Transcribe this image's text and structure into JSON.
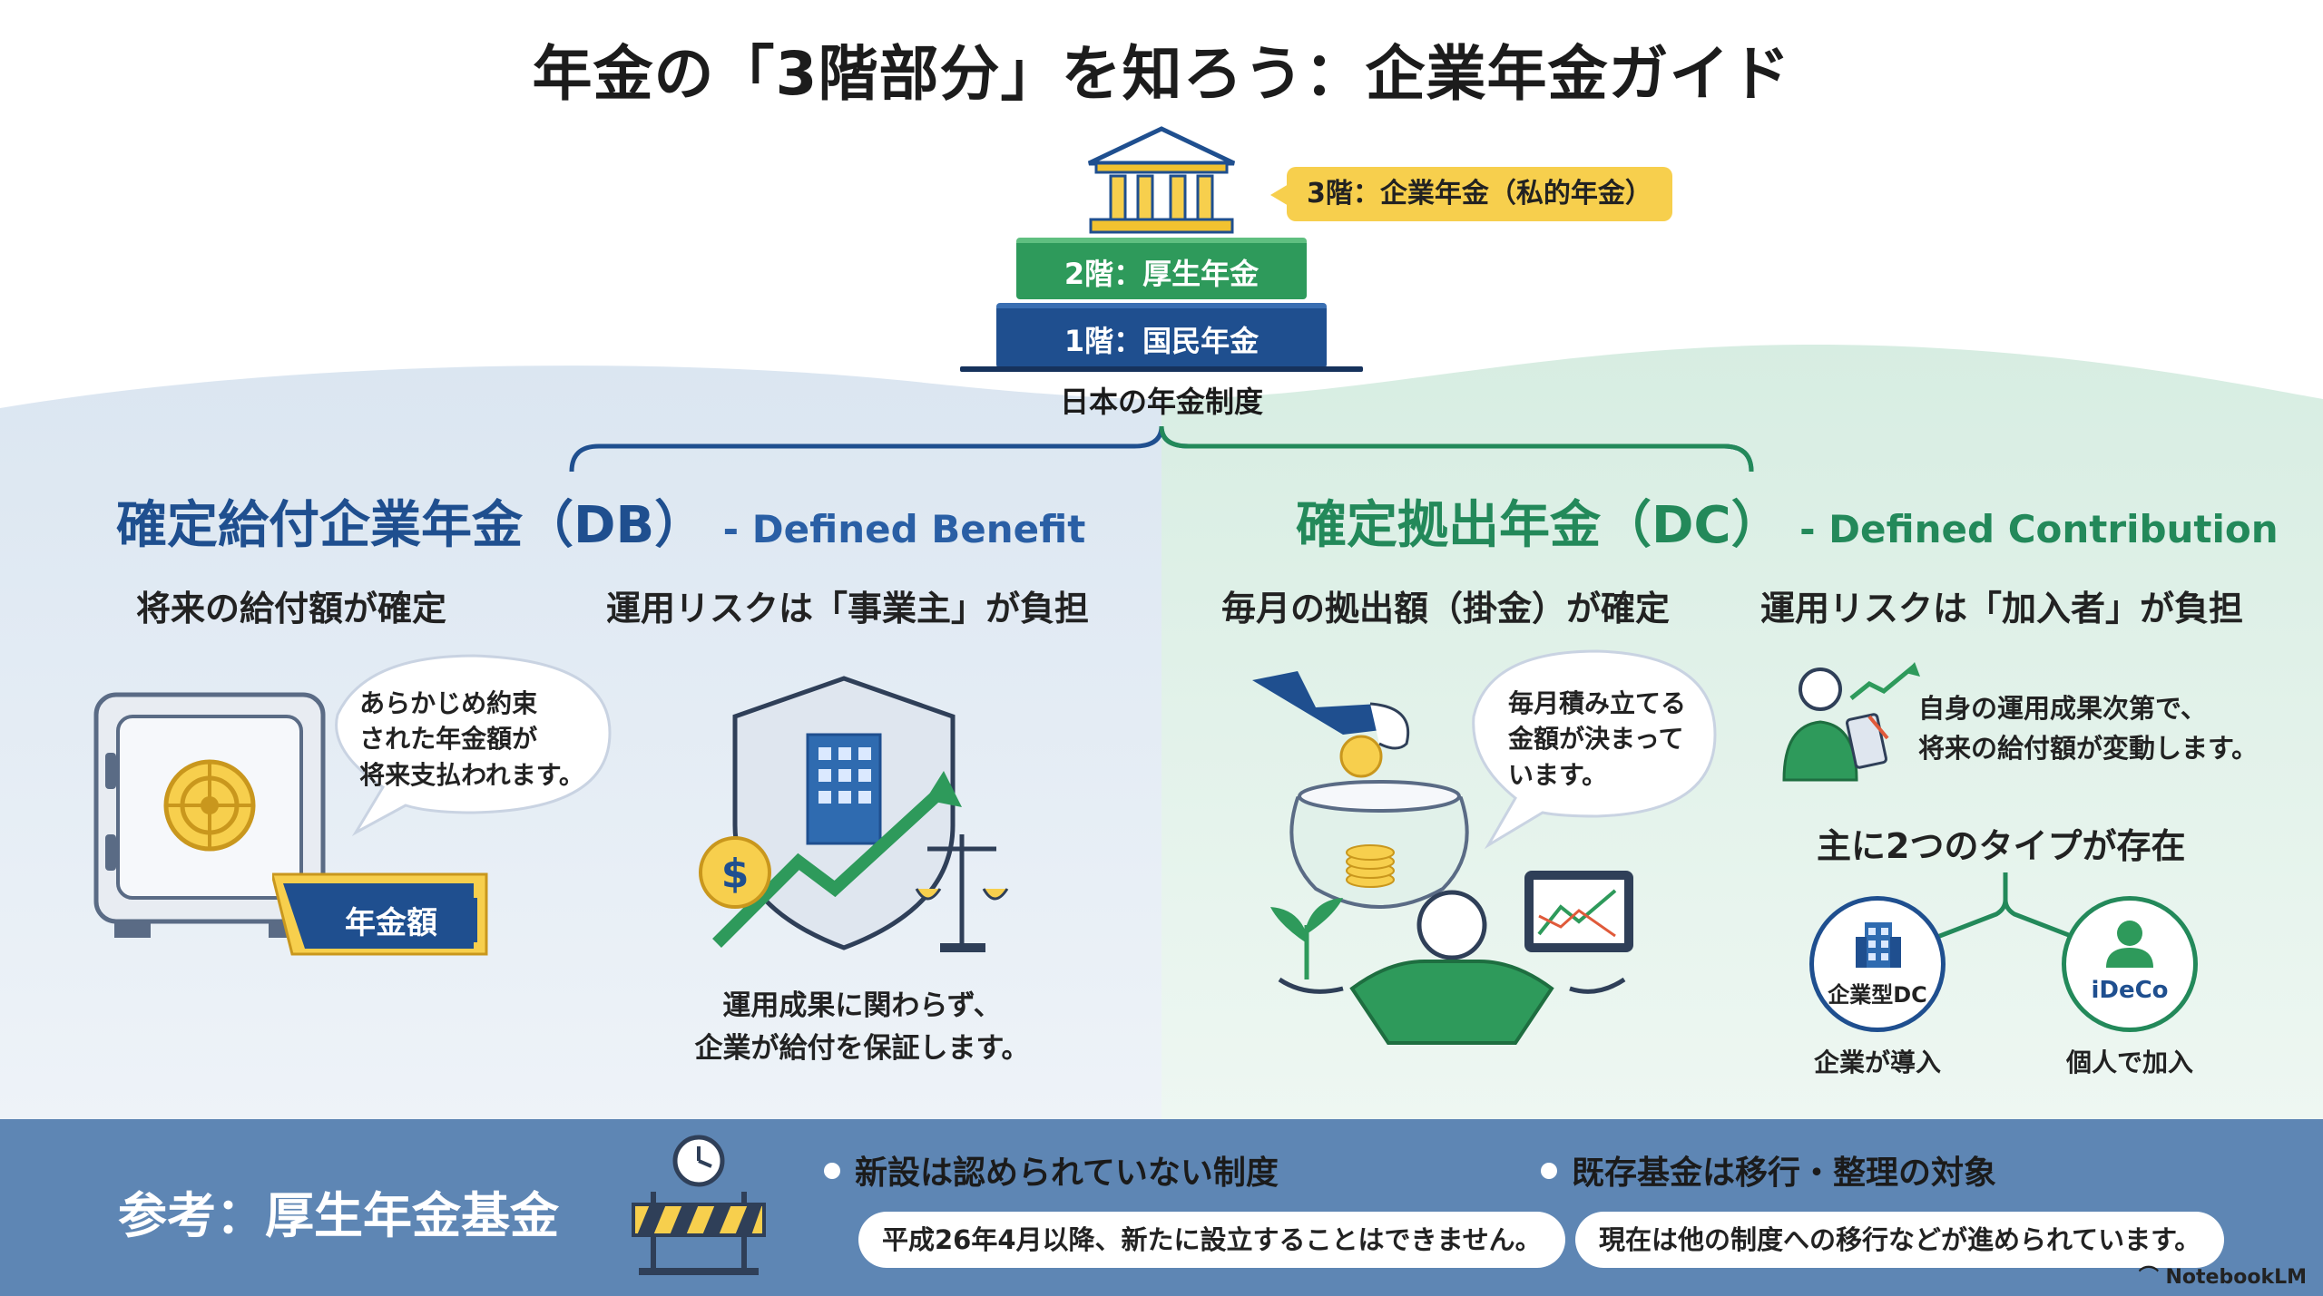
{
  "title": "年金の「3階部分」を知ろう：企業年金ガイド",
  "pyramid": {
    "tier3": "3階：企業年金（私的年金）",
    "tier2": "2階：厚生年金",
    "tier1": "1階：国民年金",
    "caption": "日本の年金制度"
  },
  "db": {
    "title": "確定給付企業年金（DB）",
    "subtitle": "- Defined Benefit",
    "col1_heading": "将来の給付額が確定",
    "col1_bubble": "あらかじめ約束\nされた年金額が\n将来支払われます。",
    "gold_label": "年金額",
    "col2_heading": "運用リスクは「事業主」が負担",
    "col2_caption": "運用成果に関わらず、\n企業が給付を保証します。"
  },
  "dc": {
    "title": "確定拠出年金（DC）",
    "subtitle": "- Defined Contribution",
    "col1_heading": "毎月の拠出額（掛金）が確定",
    "col1_bubble": "毎月積み立てる\n金額が決まって\nいます。",
    "col2_heading": "運用リスクは「加入者」が負担",
    "col2_text": "自身の運用成果次第で、\n将来の給付額が変動します。",
    "types_heading": "主に2つのタイプが存在",
    "type1_icon_label": "企業型DC",
    "type1_caption": "企業が導入",
    "type2_icon_label": "iDeCo",
    "type2_caption": "個人で加入"
  },
  "footer": {
    "title": "参考：厚生年金基金",
    "bullet1_head": "新設は認められていない制度",
    "bullet1_text": "平成26年4月以降、新たに設立することはできません。",
    "bullet2_head": "既存基金は移行・整理の対象",
    "bullet2_text": "現在は他の制度への移行などが進められています。"
  },
  "brand": "NotebookLM",
  "colors": {
    "db_blue": "#1f4f8f",
    "dc_green": "#23895a",
    "gold": "#f7cf4d",
    "footer_blue": "#5e86b4"
  }
}
